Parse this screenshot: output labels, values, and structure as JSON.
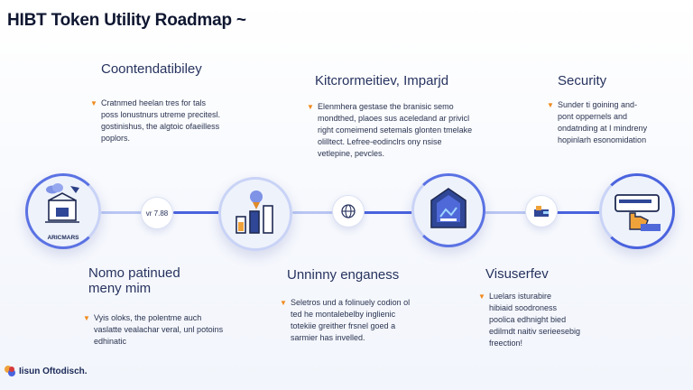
{
  "title": "HIBT Token Utility Roadmap ~",
  "colors": {
    "accent": "#3f5ad8",
    "track": "#9db0ee",
    "bullet": "#f08a1c",
    "ring": "#4a63de"
  },
  "top_sections": [
    {
      "heading": "Coontendatibiley",
      "lines": [
        "Cratnmed heelan tres for tals",
        "poss lonustnurs utreme precitesl.",
        "gostinishus, the algtoic ofaeilless",
        "poplors."
      ]
    },
    {
      "heading": "Kitcrormeitiev, Imparjd",
      "lines": [
        "Elenmhera gestase the branisic semo",
        "mondthed, plaoes sus aceledand ar privicl",
        "right comeimend setemals glonten tmelake",
        "olilltect. Lefree-eodinclrs ony nsise",
        "vetlepine, pevcles."
      ]
    },
    {
      "heading": "Security",
      "lines": [
        "Sunder ti goining and-",
        "pont oppernels and",
        "ondatnding at I mindreny",
        "hopinlarh esonomidation"
      ]
    }
  ],
  "bottom_sections": [
    {
      "heading_lines": [
        "Nomo patinued",
        "meny mim"
      ],
      "lines": [
        "Vyis oloks, the polentme auch",
        "vaslatte vealachar veral, unl potoins",
        "edhinatic"
      ]
    },
    {
      "heading_lines": [
        "Unninny enganess"
      ],
      "lines": [
        "Seletros und a folinuely codion ol",
        "ted he montalebelby inglienic",
        "totekiie greither frsnel goed a",
        "sarmier has invelled."
      ]
    },
    {
      "heading_lines": [
        "Visuserfev"
      ],
      "lines": [
        "Luelars isturabire",
        "hibiaid soodroness",
        "poolica edhnight bied",
        "edilmdt naitiv serieesebig",
        "freection!"
      ]
    }
  ],
  "nodes": {
    "first_label": "ARICMARS",
    "small_1_text": "vr 7.88",
    "icons": [
      "server-cloud-icon",
      "bar-chart-icon",
      "globe-icon",
      "secure-document-icon",
      "wallet-icon",
      "card-hand-icon"
    ]
  },
  "footer": {
    "brand": "Iisun Oftodisch."
  }
}
